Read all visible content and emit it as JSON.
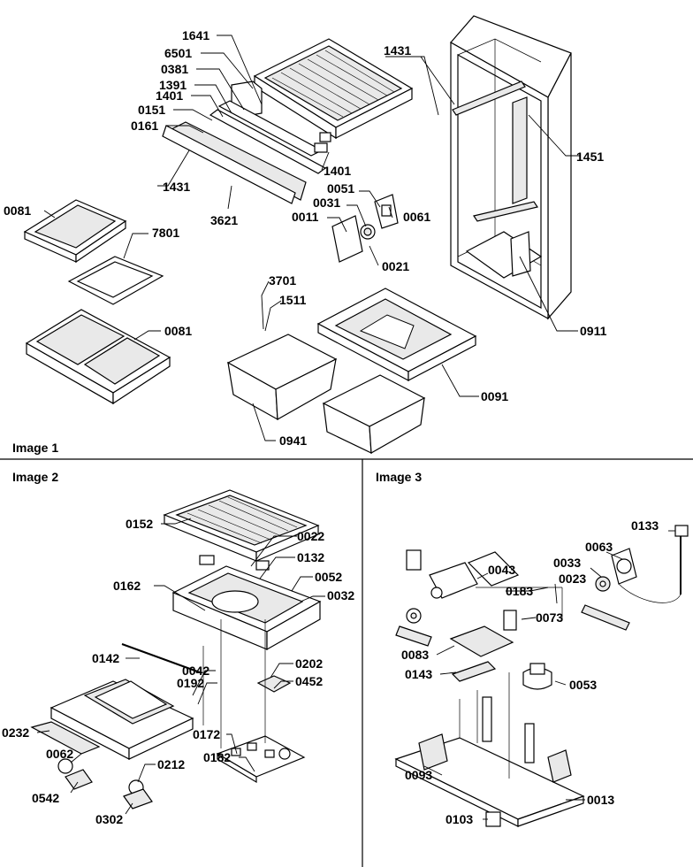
{
  "panels": [
    {
      "id": "image1",
      "title": "Image 1"
    },
    {
      "id": "image2",
      "title": "Image 2"
    },
    {
      "id": "image3",
      "title": "Image 3"
    }
  ],
  "labels": {
    "p1641": "1641",
    "p6501": "6501",
    "p0381": "0381",
    "p1391": "1391",
    "p1401a": "1401",
    "p0151": "0151",
    "p0161": "0161",
    "p1431a": "1431",
    "p1431b": "1431",
    "p3621": "3621",
    "p1401b": "1401",
    "p0051": "0051",
    "p0031": "0031",
    "p0011": "0011",
    "p0061": "0061",
    "p0021": "0021",
    "p1451": "1451",
    "p0081a": "0081",
    "p7801": "7801",
    "p0081b": "0081",
    "p3701": "3701",
    "p1511": "1511",
    "p0911": "0911",
    "p0091": "0091",
    "p0941": "0941",
    "p0152": "0152",
    "p0022": "0022",
    "p0132": "0132",
    "p0052": "0052",
    "p0032": "0032",
    "p0162": "0162",
    "p0142": "0142",
    "p0202": "0202",
    "p0452": "0452",
    "p0042": "0042",
    "p0192": "0192",
    "p0232": "0232",
    "p0172": "0172",
    "p0182": "0182",
    "p0062": "0062",
    "p0212": "0212",
    "p0542": "0542",
    "p0302": "0302",
    "p0133": "0133",
    "p0063": "0063",
    "p0033": "0033",
    "p0043": "0043",
    "p0023": "0023",
    "p0183": "0183",
    "p0073": "0073",
    "p0083": "0083",
    "p0143": "0143",
    "p0053": "0053",
    "p0093": "0093",
    "p0013": "0013",
    "p0103": "0103"
  }
}
